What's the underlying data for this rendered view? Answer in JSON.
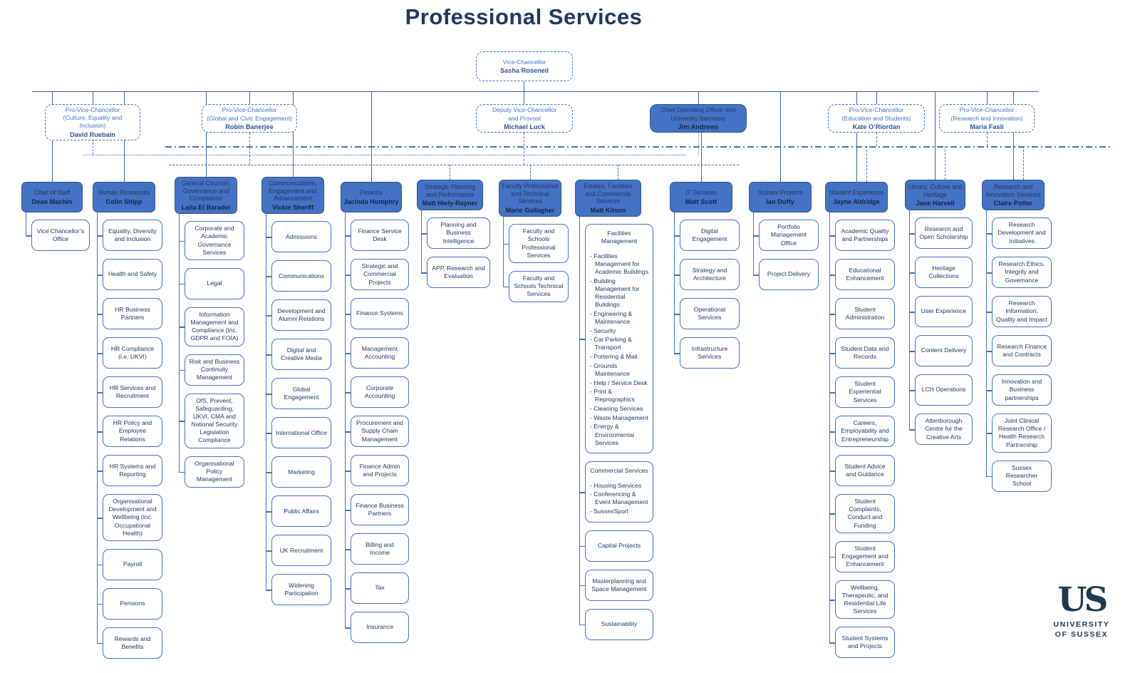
{
  "title": "Professional Services",
  "colors": {
    "accent": "#4472C4",
    "accent_dark": "#2E5597",
    "navy_text": "#1F3864",
    "logo": "#1E3A4C"
  },
  "logo": {
    "mark": "US",
    "line1": "UNIVERSITY",
    "line2": "OF SUSSEX"
  },
  "org": [
    {
      "id": "vc",
      "style": "dashed",
      "lines": [
        "Vice-Chancellor"
      ],
      "name": "Sasha Roseneil"
    },
    {
      "id": "pvc-culture",
      "style": "dashed",
      "lines": [
        "Pro-Vice-Chancellor",
        "(Culture, Equality and Inclusion)"
      ],
      "name": "David Ruebain"
    },
    {
      "id": "pvc-global",
      "style": "dashed",
      "lines": [
        "Pro-Vice-Chancellor",
        "(Global and Civic Engagement)"
      ],
      "name": "Robin Banerjee"
    },
    {
      "id": "dvc",
      "style": "dashed",
      "lines": [
        "Deputy Vice-Chancellor",
        "and Provost"
      ],
      "name": "Michael Luck"
    },
    {
      "id": "coo",
      "style": "solid",
      "lines": [
        "Chief Operating Officer and",
        "University Secretary"
      ],
      "name": "Jim Andrews"
    },
    {
      "id": "pvc-education",
      "style": "dashed",
      "lines": [
        "Pro-Vice-Chancellor",
        "(Education and Students)"
      ],
      "name": "Kate O’Riordan"
    },
    {
      "id": "pvc-research",
      "style": "dashed",
      "lines": [
        "Pro-Vice-Chancellor",
        "(Research and Innovation)"
      ],
      "name": "Maria Fasli"
    }
  ],
  "columns": [
    {
      "id": "chief-of-staff",
      "title": "Chief of Staff",
      "name": "Dean Machin",
      "items": [
        "Vice Chancellor’s Office"
      ]
    },
    {
      "id": "human-resources",
      "title": "Human Resources",
      "name": "Colin Shipp",
      "items": [
        "Equality, Diversity and Inclusion",
        "Health and Safety",
        "HR Business Partners",
        "HR Compliance (i.e. UKVI)",
        "HR Services and Recruitment",
        "HR Policy and Employee Relations",
        "HR Systems and Reporting",
        "Organisational Development and Wellbeing (inc. Occupational Health)",
        "Payroll",
        "Pensions",
        "Rewards and Benefits"
      ]
    },
    {
      "id": "general-counsel",
      "title": "General Counsel, Governance and Compliance",
      "name": "Laila El Baradei",
      "items": [
        "Corporate and Academic Governance Services",
        "Legal",
        "Information Management and Compliance (inc. GDPR and FOIA)",
        "Risk and Business Continuity Management",
        "OfS, Prevent, Safeguarding, UKVI, CMA and National Security Legislation Compliance",
        "Organisational Policy Management"
      ]
    },
    {
      "id": "communications",
      "title": "Communications, Engagement and Advancement",
      "name": "Vickie Sheriff",
      "items": [
        "Admissions",
        "Communications",
        "Development and Alumni Relations",
        "Digital and Creative Media",
        "Global Engagement",
        "International Office",
        "Marketing",
        "Public Affairs",
        "UK Recruitment",
        "Widening Participation"
      ]
    },
    {
      "id": "finance",
      "title": "Finance",
      "name": "Jacinda Humphry",
      "items": [
        "Finance Service Desk",
        "Strategic and Commercial Projects",
        "Finance Systems",
        "Management Accounting",
        "Corporate Accounting",
        "Procurement and Supply Chain Management",
        "Finance Admin and Projects",
        "Finance Business Partners",
        "Billing and Income",
        "Tax",
        "Insurance"
      ]
    },
    {
      "id": "strategic-planning",
      "title": "Strategic Planning and Performance",
      "name": "Matt Hiely-Rayner",
      "items": [
        "Planning and Business Intelligence",
        "APP, Research and Evaluation"
      ]
    },
    {
      "id": "faculty-services",
      "title": "Faculty Professional and Technical Services",
      "name": "Marie Gallagher",
      "items": [
        "Faculty and Schools Professional Services",
        "Faculty and Schools Technical Services"
      ]
    },
    {
      "id": "estates",
      "title": "Estates, Facilities and Commercial Services",
      "name": "Matt Kitson",
      "items": [
        {
          "title": "Facilities Management",
          "bullets": [
            "- Facilities Management for Academic Buildings",
            "- Building Management for Residential Buildings",
            "- Engineering & Maintenance",
            "- Security",
            "- Car Parking & Transport",
            "- Portering & Mail",
            "- Grounds Maintenance",
            "- Help / Service Desk",
            "- Print & Reprographics",
            "- Cleaning Services",
            "- Waste Management",
            "- Energy & Environmental Services"
          ]
        },
        {
          "title": "Commercial Services",
          "bullets": [
            "- Housing Services",
            "- Conferencing & Event Management",
            "- SussexSport"
          ]
        },
        "Capital Projects",
        "Masterplanning and Space Management",
        "Sustainability"
      ]
    },
    {
      "id": "it-services",
      "title": "IT Services",
      "name": "Matt Scott",
      "items": [
        "Digital Engagement",
        "Strategy and Architecture",
        "Operational Services",
        "Infrastructure Services"
      ]
    },
    {
      "id": "sussex-projects",
      "title": "Sussex Projects",
      "name": "Ian Duffy",
      "items": [
        "Portfolio Management Office",
        "Project Delivery"
      ]
    },
    {
      "id": "student-experience",
      "title": "Student Experience",
      "name": "Jayne Aldridge",
      "items": [
        "Academic Quality and Partnerships",
        "Educational Enhancement",
        "Student Administration",
        "Student Data and Records",
        "Student Experiential Services",
        "Careers, Employability and Entrepreneurship",
        "Student Advice and Guidance",
        "Student Complaints, Conduct and Funding",
        "Student Engagement and Enhancement",
        "Wellbeing, Therapeutic, and Residential Life Services",
        "Student Systems and Projects"
      ]
    },
    {
      "id": "library",
      "title": "Library, Culture and Heritage",
      "name": "Jane Harvell",
      "items": [
        "Research and Open Scholarship",
        "Heritage Collections",
        "User Experience",
        "Content Delivery",
        "LCH Operations",
        "Attenborough Centre for the Creative Arts"
      ]
    },
    {
      "id": "research-innovation",
      "title": "Research and Innovation Services",
      "name": "Claire Potter",
      "items": [
        "Research Development and Initiatives",
        "Research Ethics, Integrity and Governance",
        "Research Information, Quality and Impact",
        "Research Finance and Contracts",
        "Innovation and Business partnerships",
        "Joint Clinical Research Office / Health Research Partnership",
        "Sussex Researcher School"
      ]
    }
  ]
}
